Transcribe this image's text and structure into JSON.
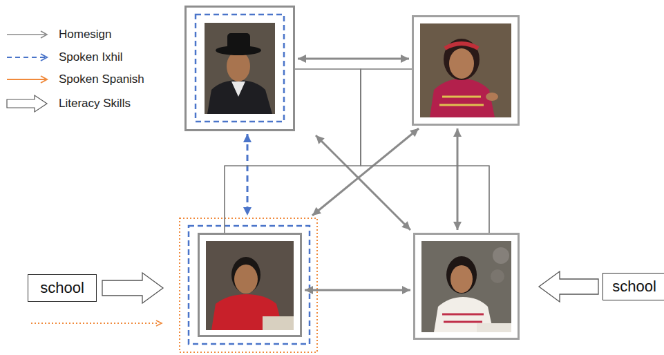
{
  "diagram": {
    "nodes": [
      {
        "text": []
      },
      {
        "text": []
      },
      {
        "text": [
          "school"
        ]
      },
      {
        "text": []
      },
      {
        "text": []
      },
      {
        "text": [
          "school"
        ]
      }
    ],
    "edges": [
      {
        "from": 0,
        "to": 1,
        "arrow": "both"
      },
      {
        "from": 0,
        "to": 4,
        "arrow": "both"
      },
      {
        "from": 1,
        "to": 3,
        "arrow": "both"
      },
      {
        "from": 1,
        "to": 4,
        "arrow": "both"
      },
      {
        "from": 3,
        "to": 4,
        "arrow": "both"
      },
      {
        "from": 0,
        "to": 3,
        "arrow": "both"
      },
      {
        "from": 0,
        "to": 3,
        "arrow": "none"
      },
      {
        "from": 0,
        "to": 4,
        "arrow": "none"
      },
      {
        "from": 1,
        "to": 3,
        "arrow": "none"
      },
      {
        "from": 1,
        "to": 4,
        "arrow": "none"
      },
      {
        "from": 2,
        "to": 3,
        "arrow": "to"
      },
      {
        "from": 5,
        "to": 4,
        "arrow": "to"
      }
    ],
    "legend": [
      {
        "text": "Homesign"
      },
      {
        "text": "Spoken Ixhil"
      },
      {
        "text": "Spoken Spanish"
      },
      {
        "text": "Literacy Skills"
      }
    ]
  }
}
